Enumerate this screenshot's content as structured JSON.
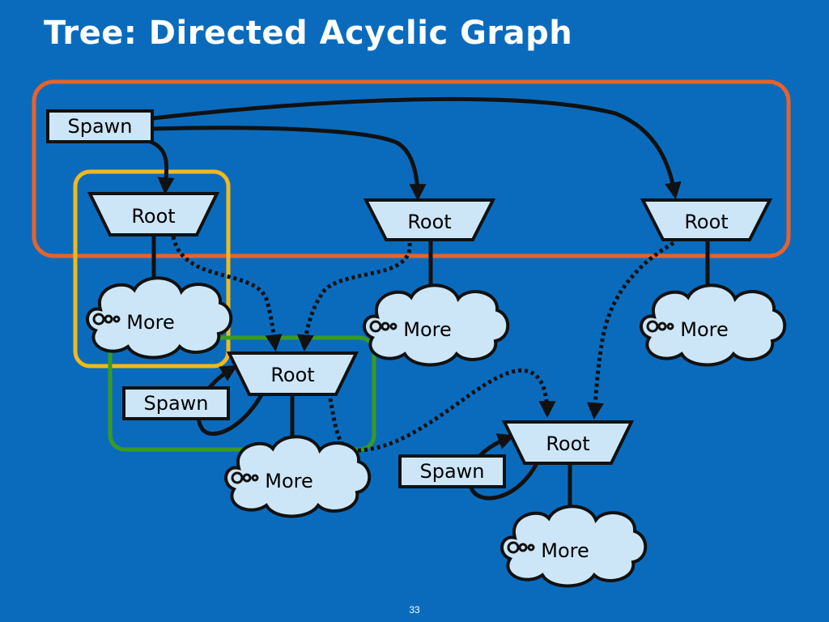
{
  "slide": {
    "title": "Tree: Directed Acyclic Graph",
    "page_number": "33"
  },
  "diagram": {
    "nodes": {
      "spawn_top": "Spawn",
      "root_1": "Root",
      "root_2": "Root",
      "root_3": "Root",
      "root_center": "Root",
      "root_right": "Root",
      "spawn_center": "Spawn",
      "spawn_right": "Spawn",
      "more_1": "More",
      "more_2": "More",
      "more_3": "More",
      "more_center": "More",
      "more_right": "More"
    },
    "colors": {
      "background": "#0a6bbd",
      "node_fill": "#cde6f7",
      "group_orange": "#e8622a",
      "group_yellow": "#f2b81e",
      "group_green": "#3a9a23",
      "edge": "#111111"
    }
  }
}
